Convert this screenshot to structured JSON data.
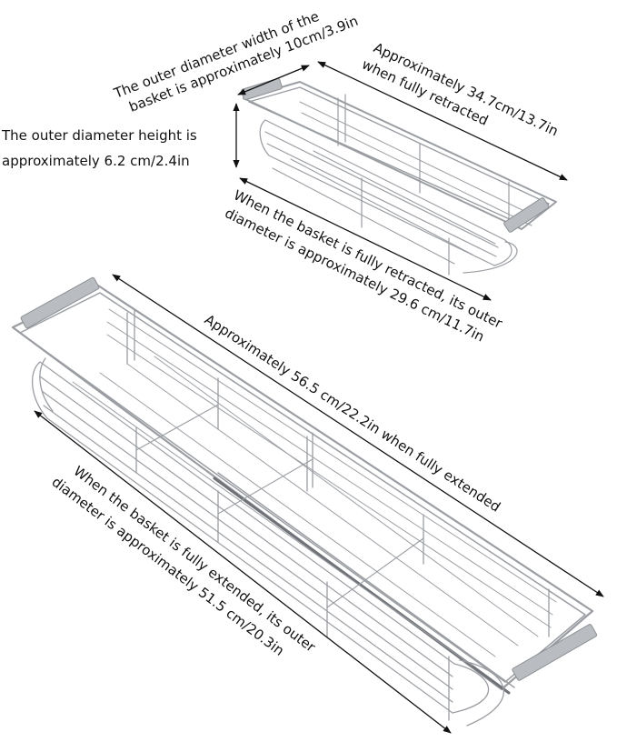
{
  "labels": {
    "width_line1": "The outer diameter width of the",
    "width_line2": "basket is approximately 10cm/3.9in",
    "height_line1": "The outer diameter height is",
    "height_line2": "approximately 6.2 cm/2.4in",
    "retracted_len_line1": "Approximately 34.7cm/13.7in",
    "retracted_len_line2": "when fully retracted",
    "retracted_outer_line1": "When the basket is fully retracted, its outer",
    "retracted_outer_line2": "diameter is approximately 29.6 cm/11.7in",
    "extended_len": "Approximately 56.5 cm/22.2in when fully extended",
    "extended_outer_line1": "When the basket is fully extended, its outer",
    "extended_outer_line2": "diameter is approximately 51.5 cm/20.3in"
  },
  "colors": {
    "wire": "#9a9ea3",
    "wire_dark": "#6f7378",
    "grip": "#b9bcc0",
    "text": "#111111",
    "background": "#ffffff"
  }
}
